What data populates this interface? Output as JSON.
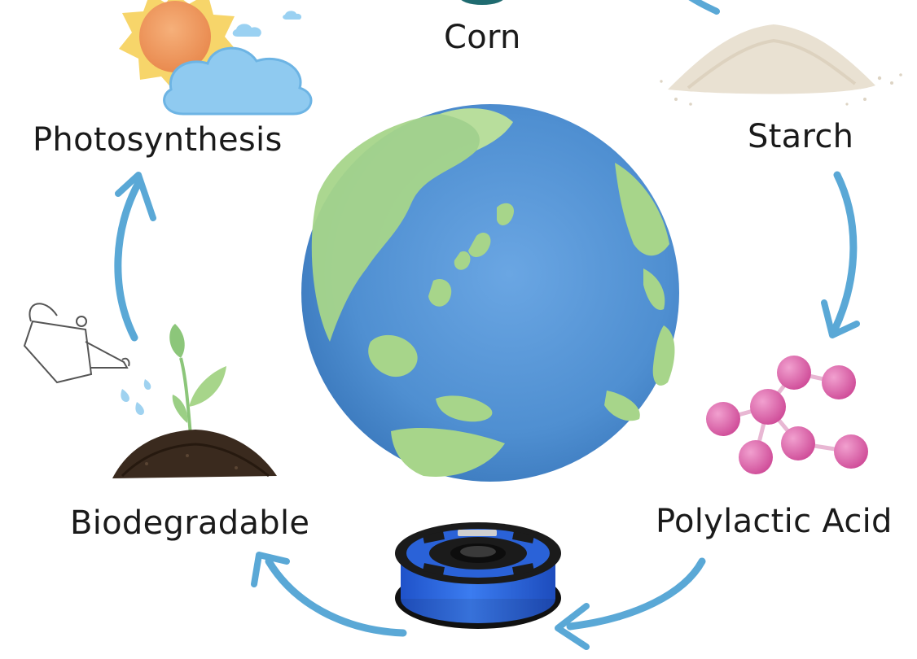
{
  "stages": {
    "corn": "Corn",
    "starch": "Starch",
    "photosynthesis": "Photosynthesis",
    "biodegradable": "Biodegradable",
    "polylactic_acid": "Polylactic Acid"
  },
  "colors": {
    "arrow": "#5aa8d6",
    "ocean": "#4f8fd1",
    "land": "#a7d58a",
    "molecule": "#d860a6",
    "spool_filament": "#2f67d8",
    "spool_body": "#1b1b1b",
    "sun": "#f0a060",
    "cloud": "#7fc0ea",
    "soil": "#3a2a1e",
    "sprout": "#8cc67a",
    "starch_pile": "#e9e1d2"
  },
  "icons": [
    "corn-icon",
    "starch-pile-icon",
    "sun-cloud-icon",
    "watering-can-icon",
    "sprout-soil-icon",
    "molecule-icon",
    "filament-spool-icon",
    "earth-globe-icon",
    "cycle-arrow-icon"
  ]
}
